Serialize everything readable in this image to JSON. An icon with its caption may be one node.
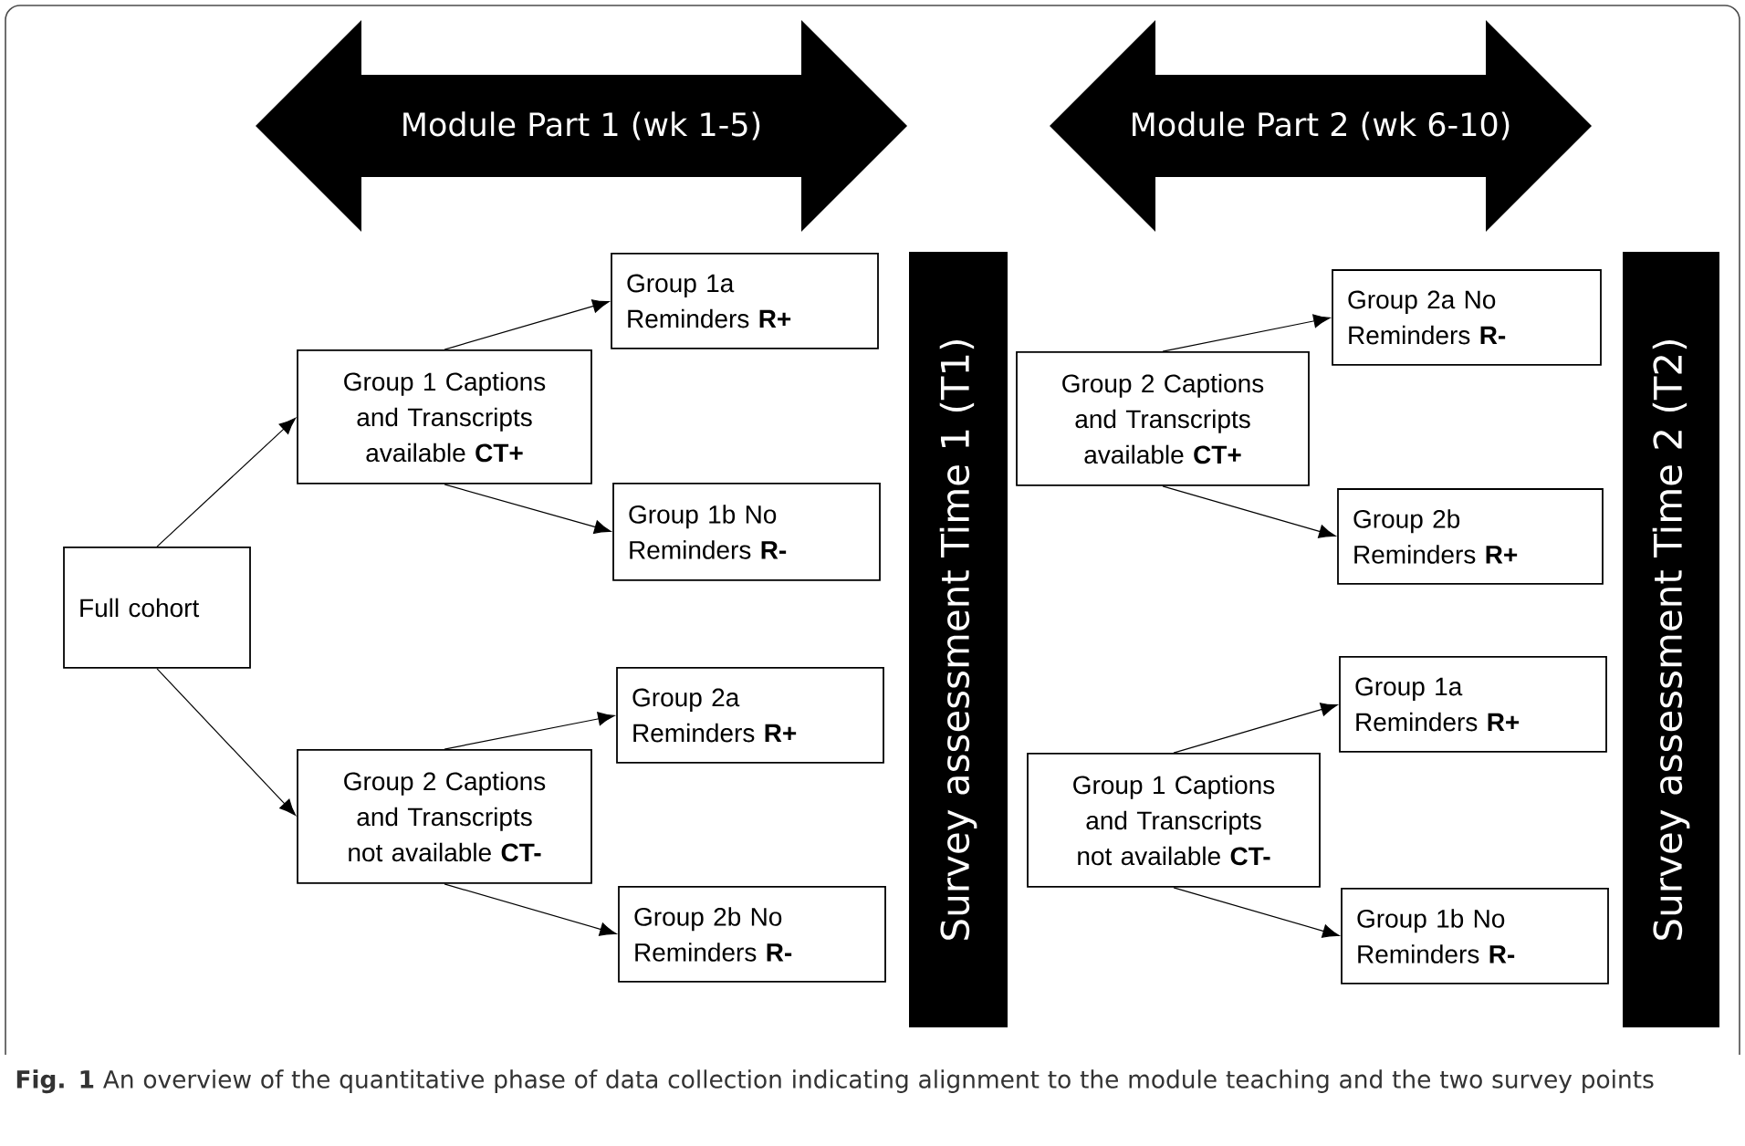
{
  "diagram": {
    "caption": "**Fig. 1** An overview of the quantitative phase of data collection indicating alignment to the module teaching and the two survey points",
    "nodes": [
      {
        "text": [
          "Module Part 1 (wk 1-5)"
        ]
      },
      {
        "text": [
          "Module Part 2 (wk 6-10)"
        ]
      },
      {
        "text": [
          "Full cohort"
        ]
      },
      {
        "text": [
          "Group 1 Captions and Transcripts available **CT+**"
        ]
      },
      {
        "text": [
          "Group 1a Reminders **R+**"
        ]
      },
      {
        "text": [
          "Group 1b No Reminders **R-**"
        ]
      },
      {
        "text": [
          "Group 2a Reminders **R+**"
        ]
      },
      {
        "text": [
          "Group 2 Captions and Transcripts not available **CT-**"
        ]
      },
      {
        "text": [
          "Group 2b No Reminders **R-**"
        ]
      },
      {
        "text": [
          "Survey assessment Time 1 (T1)"
        ]
      },
      {
        "text": [
          "Group 2 Captions and Transcripts available **CT+**"
        ]
      },
      {
        "text": [
          "Group 2a No Reminders **R-**"
        ]
      },
      {
        "text": [
          "Group 2b Reminders **R+**"
        ]
      },
      {
        "text": [
          "Group 1a Reminders **R+**"
        ]
      },
      {
        "text": [
          "Group 1 Captions and Transcripts not available **CT-**"
        ]
      },
      {
        "text": [
          "Group 1b No Reminders **R-**"
        ]
      },
      {
        "text": [
          "Survey assessment Time 2 (T2)"
        ]
      }
    ],
    "edges": [
      {
        "from": 2,
        "to": 3,
        "arrow": "to"
      },
      {
        "from": 2,
        "to": 7,
        "arrow": "to"
      },
      {
        "from": 3,
        "to": 4,
        "arrow": "to"
      },
      {
        "from": 3,
        "to": 5,
        "arrow": "to"
      },
      {
        "from": 7,
        "to": 6,
        "arrow": "to"
      },
      {
        "from": 7,
        "to": 8,
        "arrow": "to"
      },
      {
        "from": 10,
        "to": 11,
        "arrow": "to"
      },
      {
        "from": 10,
        "to": 12,
        "arrow": "to"
      },
      {
        "from": 14,
        "to": 13,
        "arrow": "to"
      },
      {
        "from": 14,
        "to": 15,
        "arrow": "to"
      }
    ]
  }
}
